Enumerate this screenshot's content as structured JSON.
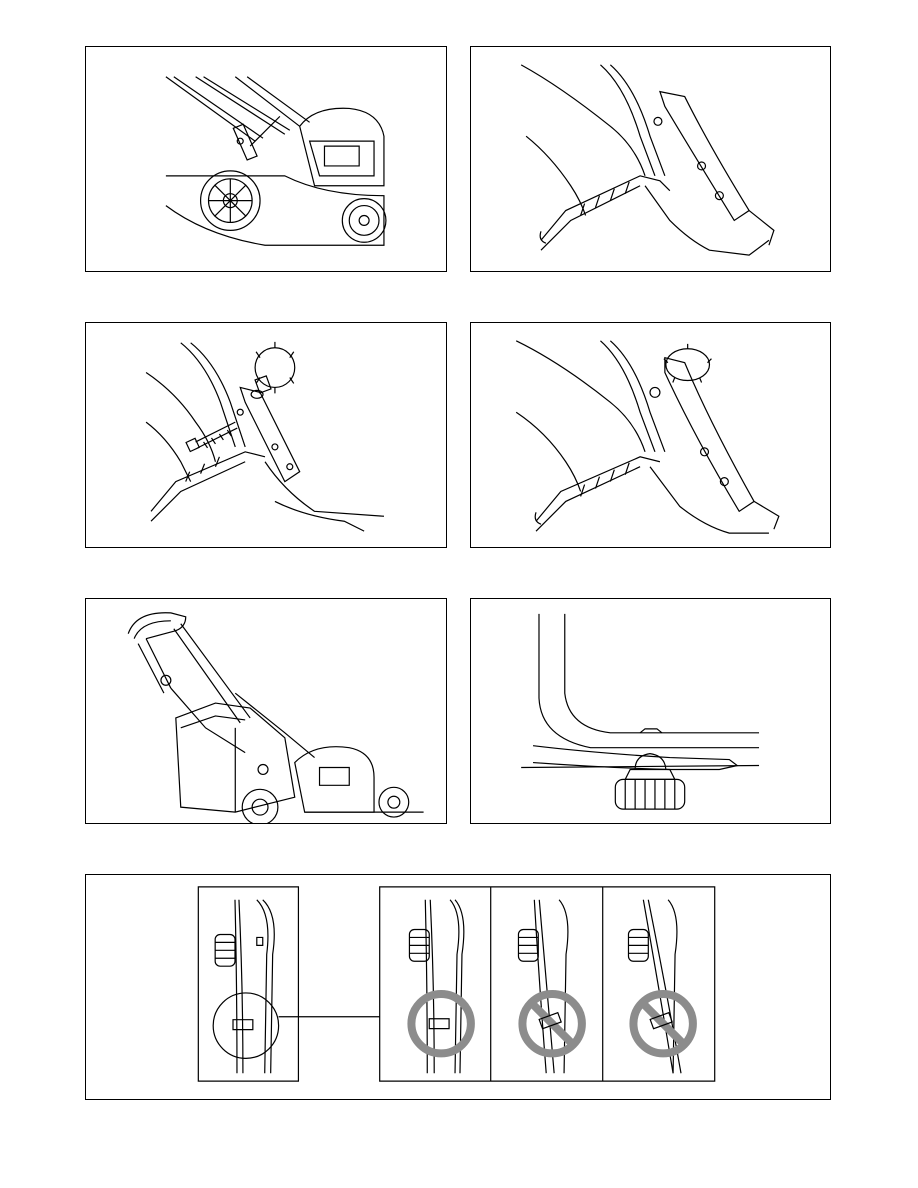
{
  "page": {
    "figures": [
      {
        "id": "fig1",
        "icon": "mower-rear-handle-attachment-illustration"
      },
      {
        "id": "fig2",
        "icon": "handle-bracket-closeup-illustration"
      },
      {
        "id": "fig3",
        "icon": "bolt-washer-knob-exploded-illustration"
      },
      {
        "id": "fig4",
        "icon": "knob-tightened-on-bracket-illustration"
      },
      {
        "id": "fig5",
        "icon": "mower-full-assembly-illustration"
      },
      {
        "id": "fig6",
        "icon": "handle-knob-closeup-illustration"
      },
      {
        "id": "fig7",
        "icon": "cable-clip-correct-incorrect-illustration"
      }
    ],
    "status": {
      "correct": "correct-icon",
      "incorrect": "prohibited-icon"
    },
    "colors": {
      "line": "#000000",
      "prohibited_sign": "#8c8c8c"
    }
  }
}
